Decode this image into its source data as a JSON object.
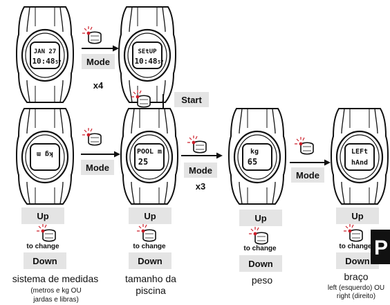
{
  "screens": [
    {
      "id": "date",
      "line1": "JAN 27",
      "line2": "10:48",
      "line2_small": "57"
    },
    {
      "id": "setup",
      "line1": "SEtUP",
      "line2": "10:48",
      "line2_small": "57"
    },
    {
      "id": "units",
      "line1": "kg m"
    },
    {
      "id": "pool",
      "line1": "POOL m",
      "line2": "25"
    },
    {
      "id": "weight",
      "line1": "kg",
      "line2": "65"
    },
    {
      "id": "arm",
      "line1": "LEFt",
      "line2": "hAnd"
    }
  ],
  "buttons": {
    "mode": "Mode",
    "start": "Start",
    "up": "Up",
    "down": "Down",
    "to_change": "to change"
  },
  "counts": {
    "x4": "x4",
    "x3": "x3"
  },
  "captions": {
    "units": {
      "title": "sistema de medidas",
      "sub1": "(metros e kg OU",
      "sub2": "jardas e libras)"
    },
    "pool": {
      "title1": "tamanho da",
      "title2": "piscina"
    },
    "weight": {
      "title": "peso"
    },
    "arm": {
      "title": "braço",
      "sub1": "left (esquerdo) OU",
      "sub2": "right (direito)"
    }
  },
  "language_tab": "P",
  "colors": {
    "ink": "#111111",
    "button_fill": "#e4e4e4",
    "press_red": "#cc1f2a",
    "tab_fill": "#111111"
  }
}
